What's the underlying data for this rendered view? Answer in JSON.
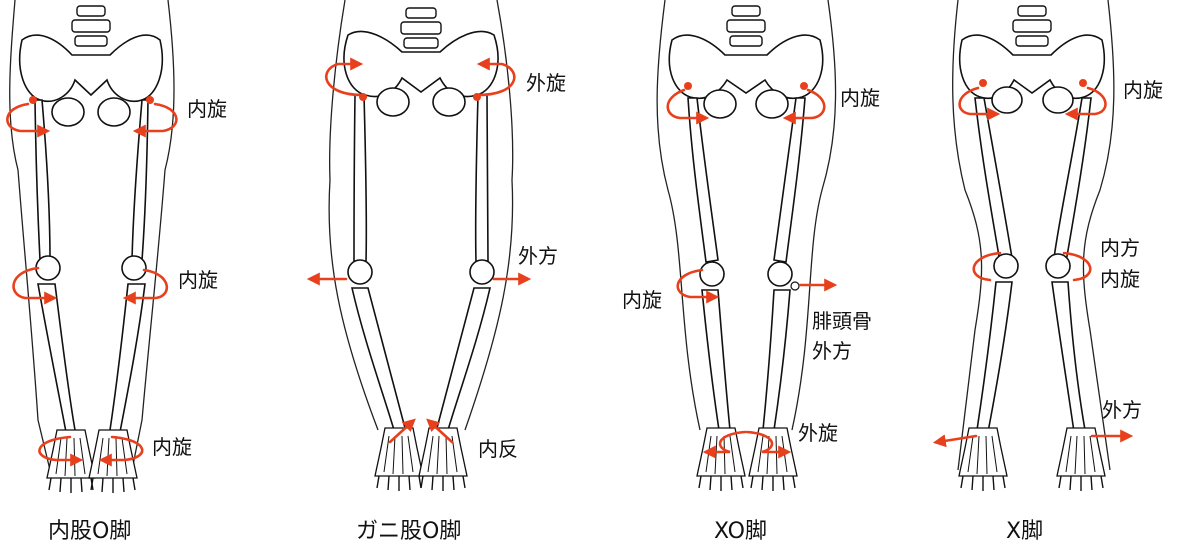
{
  "colors": {
    "accent": "#e8401c",
    "line": "#111111",
    "background": "#ffffff"
  },
  "figures": [
    {
      "caption": "内股O脚",
      "labels": {
        "hip": "内旋",
        "knee": "内旋",
        "foot": "内旋"
      }
    },
    {
      "caption": "ガニ股O脚",
      "labels": {
        "hip": "外旋",
        "knee": "外方",
        "foot": "内反"
      }
    },
    {
      "caption": "XO脚",
      "labels": {
        "hip": "内旋",
        "knee": "内旋",
        "fibula_1": "腓頭骨",
        "fibula_2": "外方",
        "foot": "外旋"
      }
    },
    {
      "caption": "X脚",
      "labels": {
        "hip": "内旋",
        "knee_1": "内方",
        "knee_2": "内旋",
        "foot": "外方"
      }
    }
  ]
}
